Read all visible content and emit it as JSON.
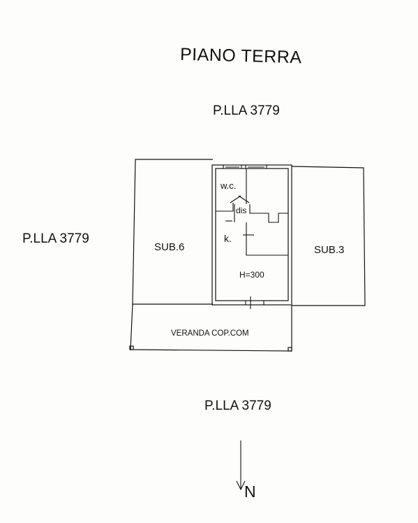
{
  "title": "PIANO TERRA",
  "parcels": {
    "top": "P.LLA 3779",
    "left": "P.LLA 3779",
    "bottom": "P.LLA 3779"
  },
  "units": {
    "left": "SUB.6",
    "right": "SUB.3"
  },
  "rooms": {
    "wc": "w.c.",
    "dis": "dis",
    "kitchen": "k.",
    "height": "H=300"
  },
  "veranda": "VERANDA COP.COM",
  "north": "N"
}
